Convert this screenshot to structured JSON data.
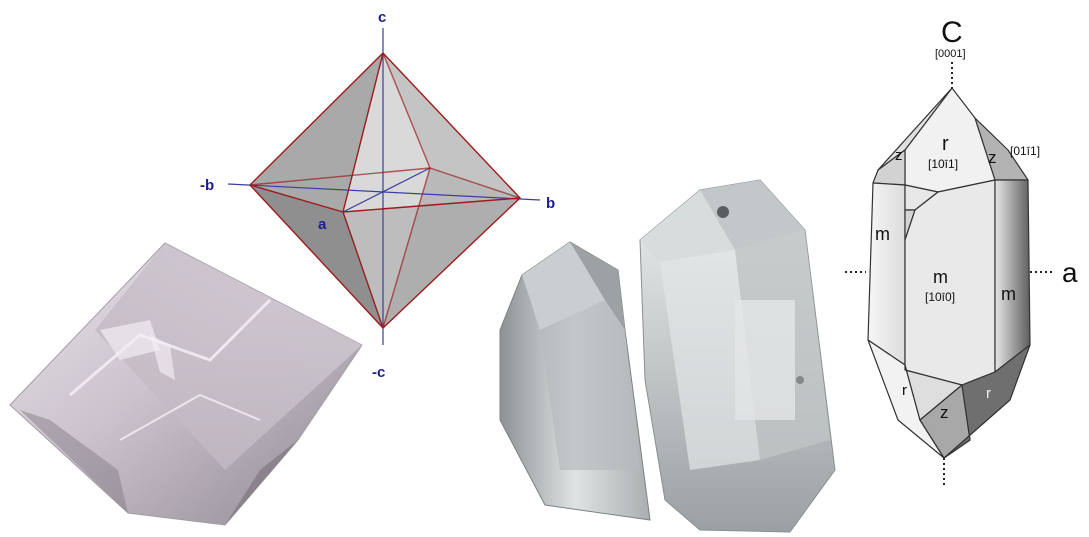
{
  "octahedron_diagram": {
    "axis_labels": {
      "c": "c",
      "neg_c": "-c",
      "b": "b",
      "neg_b": "-b",
      "a": "a"
    },
    "colors": {
      "edge": "#9b1c1c",
      "axis": "#3a3f9e",
      "label": "#1b1f8a"
    }
  },
  "quartz_diagram": {
    "axis_c": {
      "label": "C",
      "index": "[0001]"
    },
    "axis_a": {
      "label": "a"
    },
    "faces": {
      "r_top": {
        "label": "r",
        "index": "[10ī1]"
      },
      "z_left": {
        "label": "z"
      },
      "z_right": {
        "label": "z",
        "index": "[01ī1]"
      },
      "m_left": {
        "label": "m"
      },
      "m_center": {
        "label": "m",
        "index": "[10ī0]"
      },
      "m_right": {
        "label": "m"
      },
      "r_bottom_left": {
        "label": "r"
      },
      "z_bottom": {
        "label": "z"
      },
      "r_bottom_right": {
        "label": "r"
      }
    }
  },
  "photos": {
    "diamond": "diamond-octahedron-photo",
    "quartz": "quartz-crystal-photo"
  }
}
